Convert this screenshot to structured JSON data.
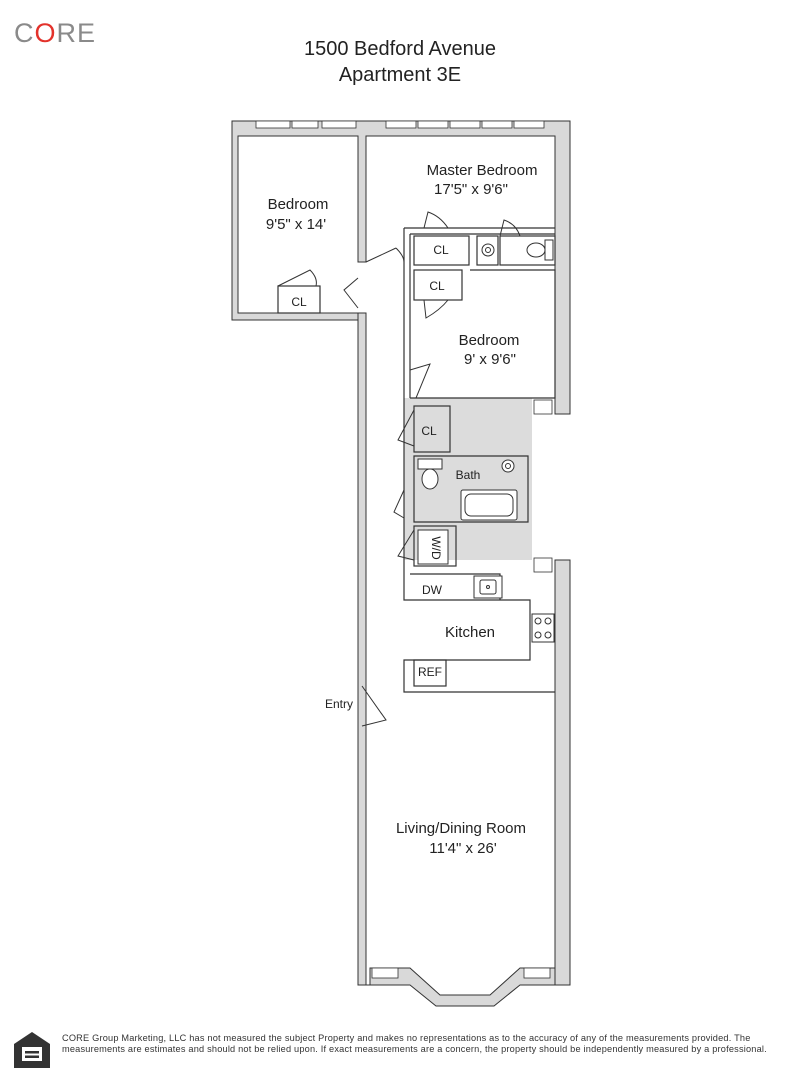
{
  "brand": {
    "logo": "CORE"
  },
  "header": {
    "address": "1500 Bedford Avenue",
    "unit": "Apartment 3E"
  },
  "rooms": {
    "bedroom_left": {
      "name": "Bedroom",
      "size": "9'5\" x 14'"
    },
    "master_bedroom": {
      "name": "Master Bedroom",
      "size": "17'5\" x 9'6\""
    },
    "bedroom_mid": {
      "name": "Bedroom",
      "size": "9' x 9'6\""
    },
    "bath": {
      "name": "Bath"
    },
    "kitchen": {
      "name": "Kitchen"
    },
    "living": {
      "name": "Living/Dining Room",
      "size": "11'4\" x 26'"
    }
  },
  "labels": {
    "closet": "CL",
    "washer_dryer": "W/D",
    "dishwasher": "DW",
    "refrigerator": "REF",
    "entry": "Entry"
  },
  "footer": {
    "disclaimer": "CORE Group Marketing, LLC has not measured the subject Property and makes no representations as to the accuracy of any of the measurements provided. The measurements are estimates and should not be relied upon. If exact measurements are a concern, the property should be independently measured by a professional."
  },
  "colors": {
    "wall": "#d9d9d9",
    "hall": "#dcdcdc",
    "line": "#333333",
    "logo_accent": "#e3322b"
  }
}
